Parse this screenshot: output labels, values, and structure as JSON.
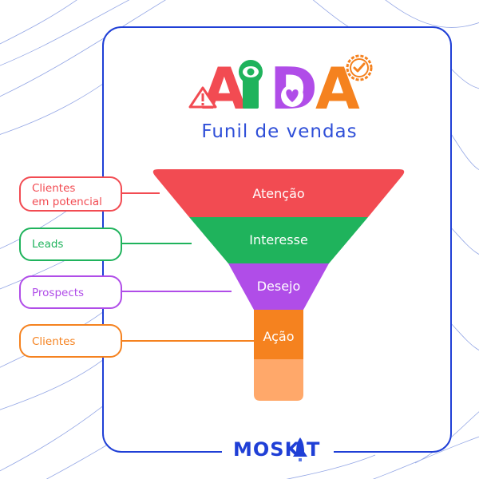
{
  "logo": {
    "letters": [
      "A",
      "I",
      "D",
      "A"
    ],
    "colors": {
      "red": "#f24b52",
      "green": "#1fb35c",
      "purple": "#b04de8",
      "orange": "#f5821f",
      "blue": "#1f3fd6"
    },
    "icons": [
      "warning-icon",
      "eye-icon",
      "heart-icon",
      "check-badge-icon"
    ]
  },
  "subtitle": "Funil de vendas",
  "funnel": {
    "stages": [
      {
        "label": "Atenção",
        "color": "#f24b52"
      },
      {
        "label": "Interesse",
        "color": "#1fb35c"
      },
      {
        "label": "Desejo",
        "color": "#b04de8"
      },
      {
        "label": "Ação",
        "color": "#f5821f"
      }
    ],
    "spout_color": "#ffa86a"
  },
  "leads": {
    "items": [
      {
        "line1": "Clientes",
        "line2": "em potencial",
        "color": "#f24b52"
      },
      {
        "line1": "Leads",
        "line2": "",
        "color": "#1fb35c"
      },
      {
        "line1": "Prospects",
        "line2": "",
        "color": "#b04de8"
      },
      {
        "line1": "Clientes",
        "line2": "",
        "color": "#f5821f"
      }
    ]
  },
  "brand": {
    "name_start": "MOSK",
    "name_end": "T",
    "color": "#1f3fd6"
  }
}
